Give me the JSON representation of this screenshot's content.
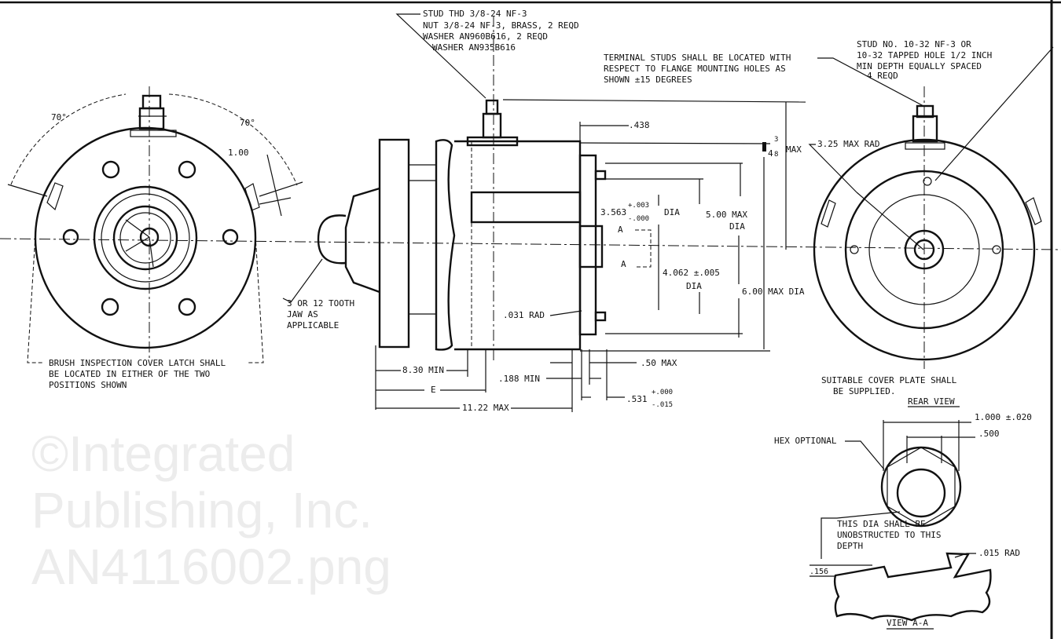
{
  "watermark": {
    "line1": "©Integrated",
    "line2": "Publishing, Inc.",
    "line3": "AN4116002.png"
  },
  "notes": {
    "stud_1": "STUD THD 3/8-24 NF-3",
    "stud_2": "NUT 3/8-24 NF-3, BRASS, 2 REQD",
    "stud_3": "WASHER AN960B616, 2 REQD",
    "stud_4": "WASHER AN935B616",
    "terminal_1": "TERMINAL STUDS SHALL BE LOCATED WITH",
    "terminal_2": "RESPECT TO FLANGE MOUNTING HOLES AS",
    "terminal_3": "SHOWN ±15 DEGREES",
    "rear_stud_1": "STUD NO. 10-32 NF-3 OR",
    "rear_stud_2": "10-32 TAPPED HOLE 1/2 INCH",
    "rear_stud_3": "MIN DEPTH EQUALLY SPACED",
    "rear_stud_4": "4 REQD",
    "brush_1": "BRUSH INSPECTION COVER LATCH SHALL",
    "brush_2": "BE LOCATED IN EITHER OF THE TWO",
    "brush_3": "POSITIONS SHOWN",
    "jaw_1": "3 OR 12 TOOTH",
    "jaw_2": "JAW AS",
    "jaw_3": "APPLICABLE",
    "cover_1": "SUITABLE COVER PLATE SHALL",
    "cover_2": "BE SUPPLIED.",
    "rear_view": "REAR VIEW",
    "hex": "HEX OPTIONAL",
    "dia_1": "THIS DIA SHALL BE",
    "dia_2": "UNOBSTRUCTED TO THIS",
    "dia_3": "DEPTH",
    "view_aa": "VIEW A-A"
  },
  "dimensions": {
    "angle_left": "70°",
    "angle_right": "70°",
    "d_100": "1.00",
    "d_438": ".438",
    "d_3_8_max": "MAX",
    "d_3_8_num": "3",
    "d_3_8_pre": "4",
    "d_3_8_den": "8",
    "d_325": "3.25 MAX RAD",
    "d_3563": "3.563",
    "d_3563_plus": "+.003",
    "d_3563_minus": "-.000",
    "d_dia": "DIA",
    "d_500max": "5.00 MAX",
    "d_500max_dia": "DIA",
    "d_4062": "4.062 ±.005",
    "d_4062_dia": "DIA",
    "d_600": "6.00 MAX DIA",
    "section_a1": "A",
    "section_a2": "A",
    "d_031": ".031 RAD",
    "d_830": "8.30 MIN",
    "d_e": "E",
    "d_1122": "11.22 MAX",
    "d_188": ".188 MIN",
    "d_50": ".50 MAX",
    "d_531": ".531",
    "d_531_plus": "+.000",
    "d_531_minus": "-.015",
    "d_1000": "1.000 ±.020",
    "d_500": ".500",
    "d_156": ".156",
    "d_015": ".015 RAD"
  }
}
